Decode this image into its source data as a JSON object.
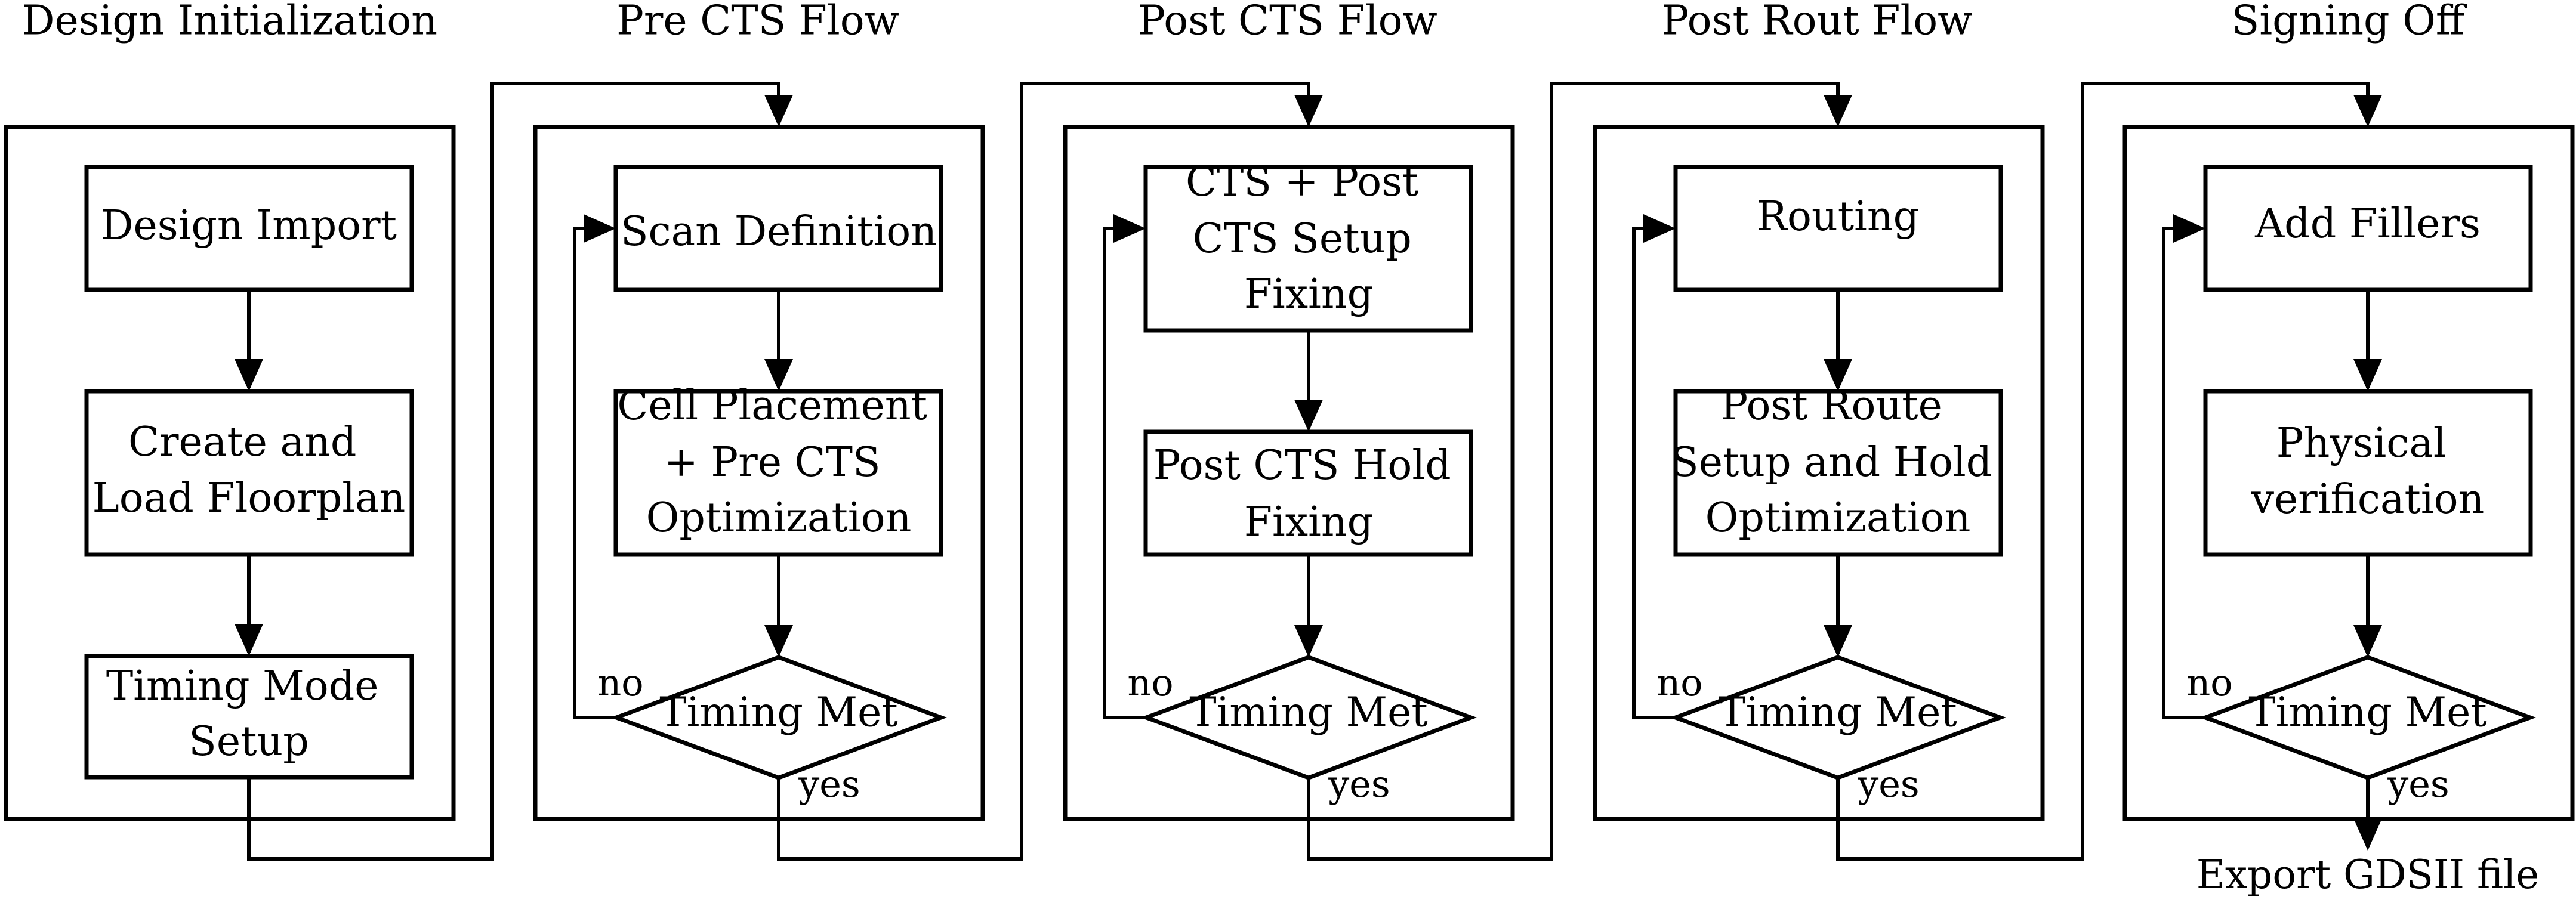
{
  "stages": [
    {
      "title": "Design Initialization",
      "nodes": [
        {
          "lines": [
            "Design Import"
          ]
        },
        {
          "lines": [
            "Create and",
            "Load Floorplan"
          ]
        },
        {
          "lines": [
            "Timing Mode",
            "Setup"
          ]
        }
      ]
    },
    {
      "title": "Pre CTS Flow",
      "nodes": [
        {
          "lines": [
            "Scan Definition"
          ]
        },
        {
          "lines": [
            "Cell Placement",
            "+ Pre CTS",
            "Optimization"
          ]
        }
      ],
      "decision": {
        "label": "Timing Met",
        "no": "no",
        "yes": "yes"
      }
    },
    {
      "title": "Post CTS Flow",
      "nodes": [
        {
          "lines": [
            "CTS + Post",
            "CTS Setup",
            "Fixing"
          ]
        },
        {
          "lines": [
            "Post CTS Hold",
            "Fixing"
          ]
        }
      ],
      "decision": {
        "label": "Timing Met",
        "no": "no",
        "yes": "yes"
      }
    },
    {
      "title": "Post Rout Flow",
      "nodes": [
        {
          "lines": [
            "Routing"
          ]
        },
        {
          "lines": [
            "Post Route",
            "Setup and Hold",
            "Optimization"
          ]
        }
      ],
      "decision": {
        "label": "Timing Met",
        "no": "no",
        "yes": "yes"
      }
    },
    {
      "title": "Signing Off",
      "nodes": [
        {
          "lines": [
            "Add Fillers"
          ]
        },
        {
          "lines": [
            "Physical",
            "verification"
          ]
        }
      ],
      "decision": {
        "label": "Timing Met",
        "no": "no",
        "yes": "yes"
      }
    }
  ],
  "export_label": "Export GDSII file"
}
